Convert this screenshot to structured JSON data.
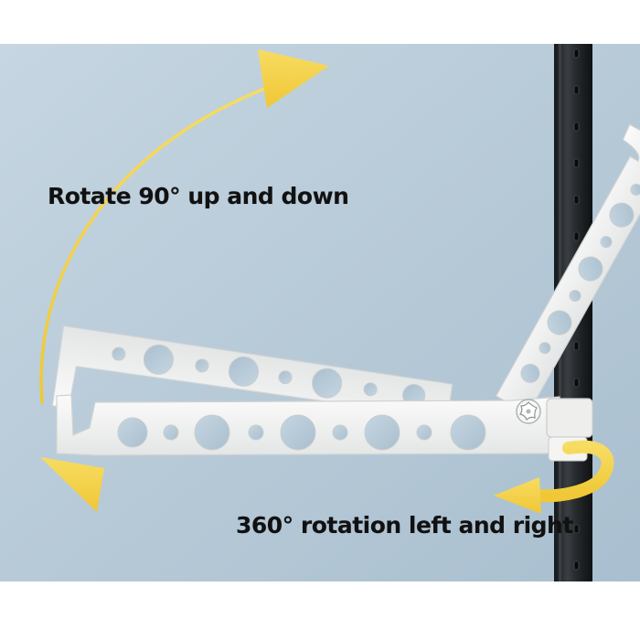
{
  "captions": {
    "rotate_vertical": "Rotate 90° up and down",
    "rotate_horizontal": "360° rotation left and right"
  },
  "colors": {
    "wall": "#b9cbd8",
    "hanger": "#f3f3f1",
    "pole": "#232629",
    "arrow": "#f4d24a"
  },
  "icons": {
    "top_arrow": "curved-arrow-up-right",
    "bottom_arrow": "curved-arrow-down-left",
    "rotation_arrow": "circular-rotation-arrow",
    "knob": "flower-knob"
  }
}
